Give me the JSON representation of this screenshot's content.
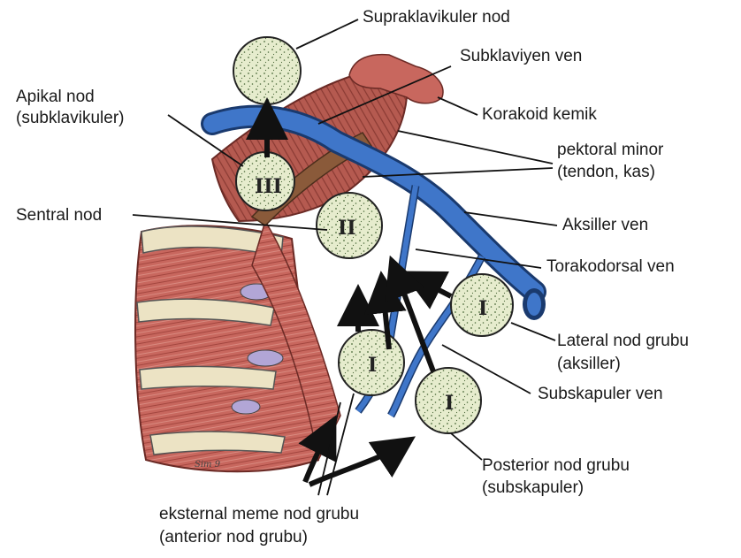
{
  "labels": {
    "supraklavikuler": "Supraklavikuler nod",
    "subklaviyen": "Subklaviyen ven",
    "apikal_1": "Apikal nod",
    "apikal_2": "(subklavikuler)",
    "korakoid": "Korakoid kemik",
    "pektoral_1": "pektoral minor",
    "pektoral_2": "(tendon, kas)",
    "sentral": "Sentral nod",
    "aksiller_ven": "Aksiller ven",
    "torakodorsal": "Torakodorsal ven",
    "lateral_1": "Lateral nod grubu",
    "lateral_2": "(aksiller)",
    "subskapuler_ven": "Subskapuler ven",
    "posterior_1": "Posterior nod grubu",
    "posterior_2": "(subskapuler)",
    "eksternal_1": "eksternal meme nod grubu",
    "eksternal_2": "(anterior nod grubu)"
  },
  "node_numerals": {
    "apical": "III",
    "central": "II",
    "lateral": "I",
    "anterior": "I",
    "posterior": "I"
  },
  "signature": "Sim 9",
  "colors": {
    "node_fill": "#e6eccd",
    "vein": "#3f76c9",
    "muscle": "#c8675e",
    "rib": "#ece3c4",
    "lavender": "#b2a6d6"
  }
}
